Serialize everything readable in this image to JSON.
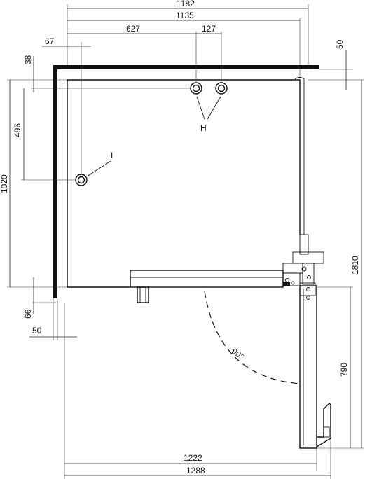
{
  "colors": {
    "ink": "#111111",
    "paper": "#ffffff"
  },
  "dimensions": {
    "overall_wall_width": "1182",
    "inner_width": "1135",
    "to_valve_center": "627",
    "valve_spacing": "127",
    "drain_offset_x": "67",
    "wall_thickness_top": "50",
    "valve_offset_top": "38",
    "drain_offset_y": "496",
    "inner_depth": "1020",
    "total_depth": "1810",
    "sill_offset": "66",
    "wall_thickness_left": "50",
    "door_width": "790",
    "base_width": "1222",
    "overall_width": "1288"
  },
  "labels": {
    "valves": "H",
    "drain": "I",
    "door_angle": "90°"
  }
}
